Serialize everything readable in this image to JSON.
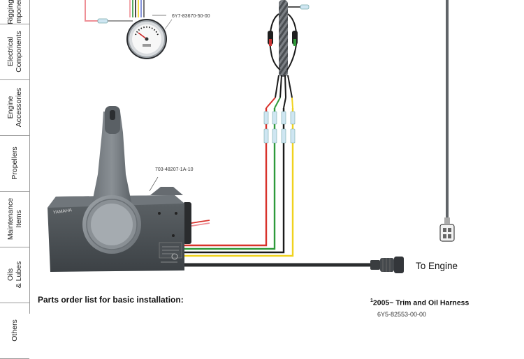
{
  "sidebar": {
    "tabs": [
      {
        "label": "Rigging\nComponents"
      },
      {
        "label": "Electrical\nComponents"
      },
      {
        "label": "Engine\nAccessories"
      },
      {
        "label": "Propellers"
      },
      {
        "label": "Maintenance\nItems"
      },
      {
        "label": "Oils\n& Lubes"
      },
      {
        "label": "Others"
      }
    ]
  },
  "diagram": {
    "gauge_part_number": "6Y7-83670-50-00",
    "control_part_number": "703-48207-1A-10",
    "control_brand": "YAMAHA",
    "to_engine_label": "To Engine",
    "parts_list_title": "Parts order list for basic installation:",
    "harness_note": {
      "superscript": "1",
      "text": "2005~ Trim and Oil Harness",
      "partial_line": "6Y5-82553-00-00"
    },
    "wire_colors": {
      "red": "#d8322b",
      "green": "#2e9a3a",
      "black": "#1a1a1a",
      "yellow": "#f0d21e",
      "pink": "#ee8f96",
      "gray_cable": "#606468"
    }
  }
}
